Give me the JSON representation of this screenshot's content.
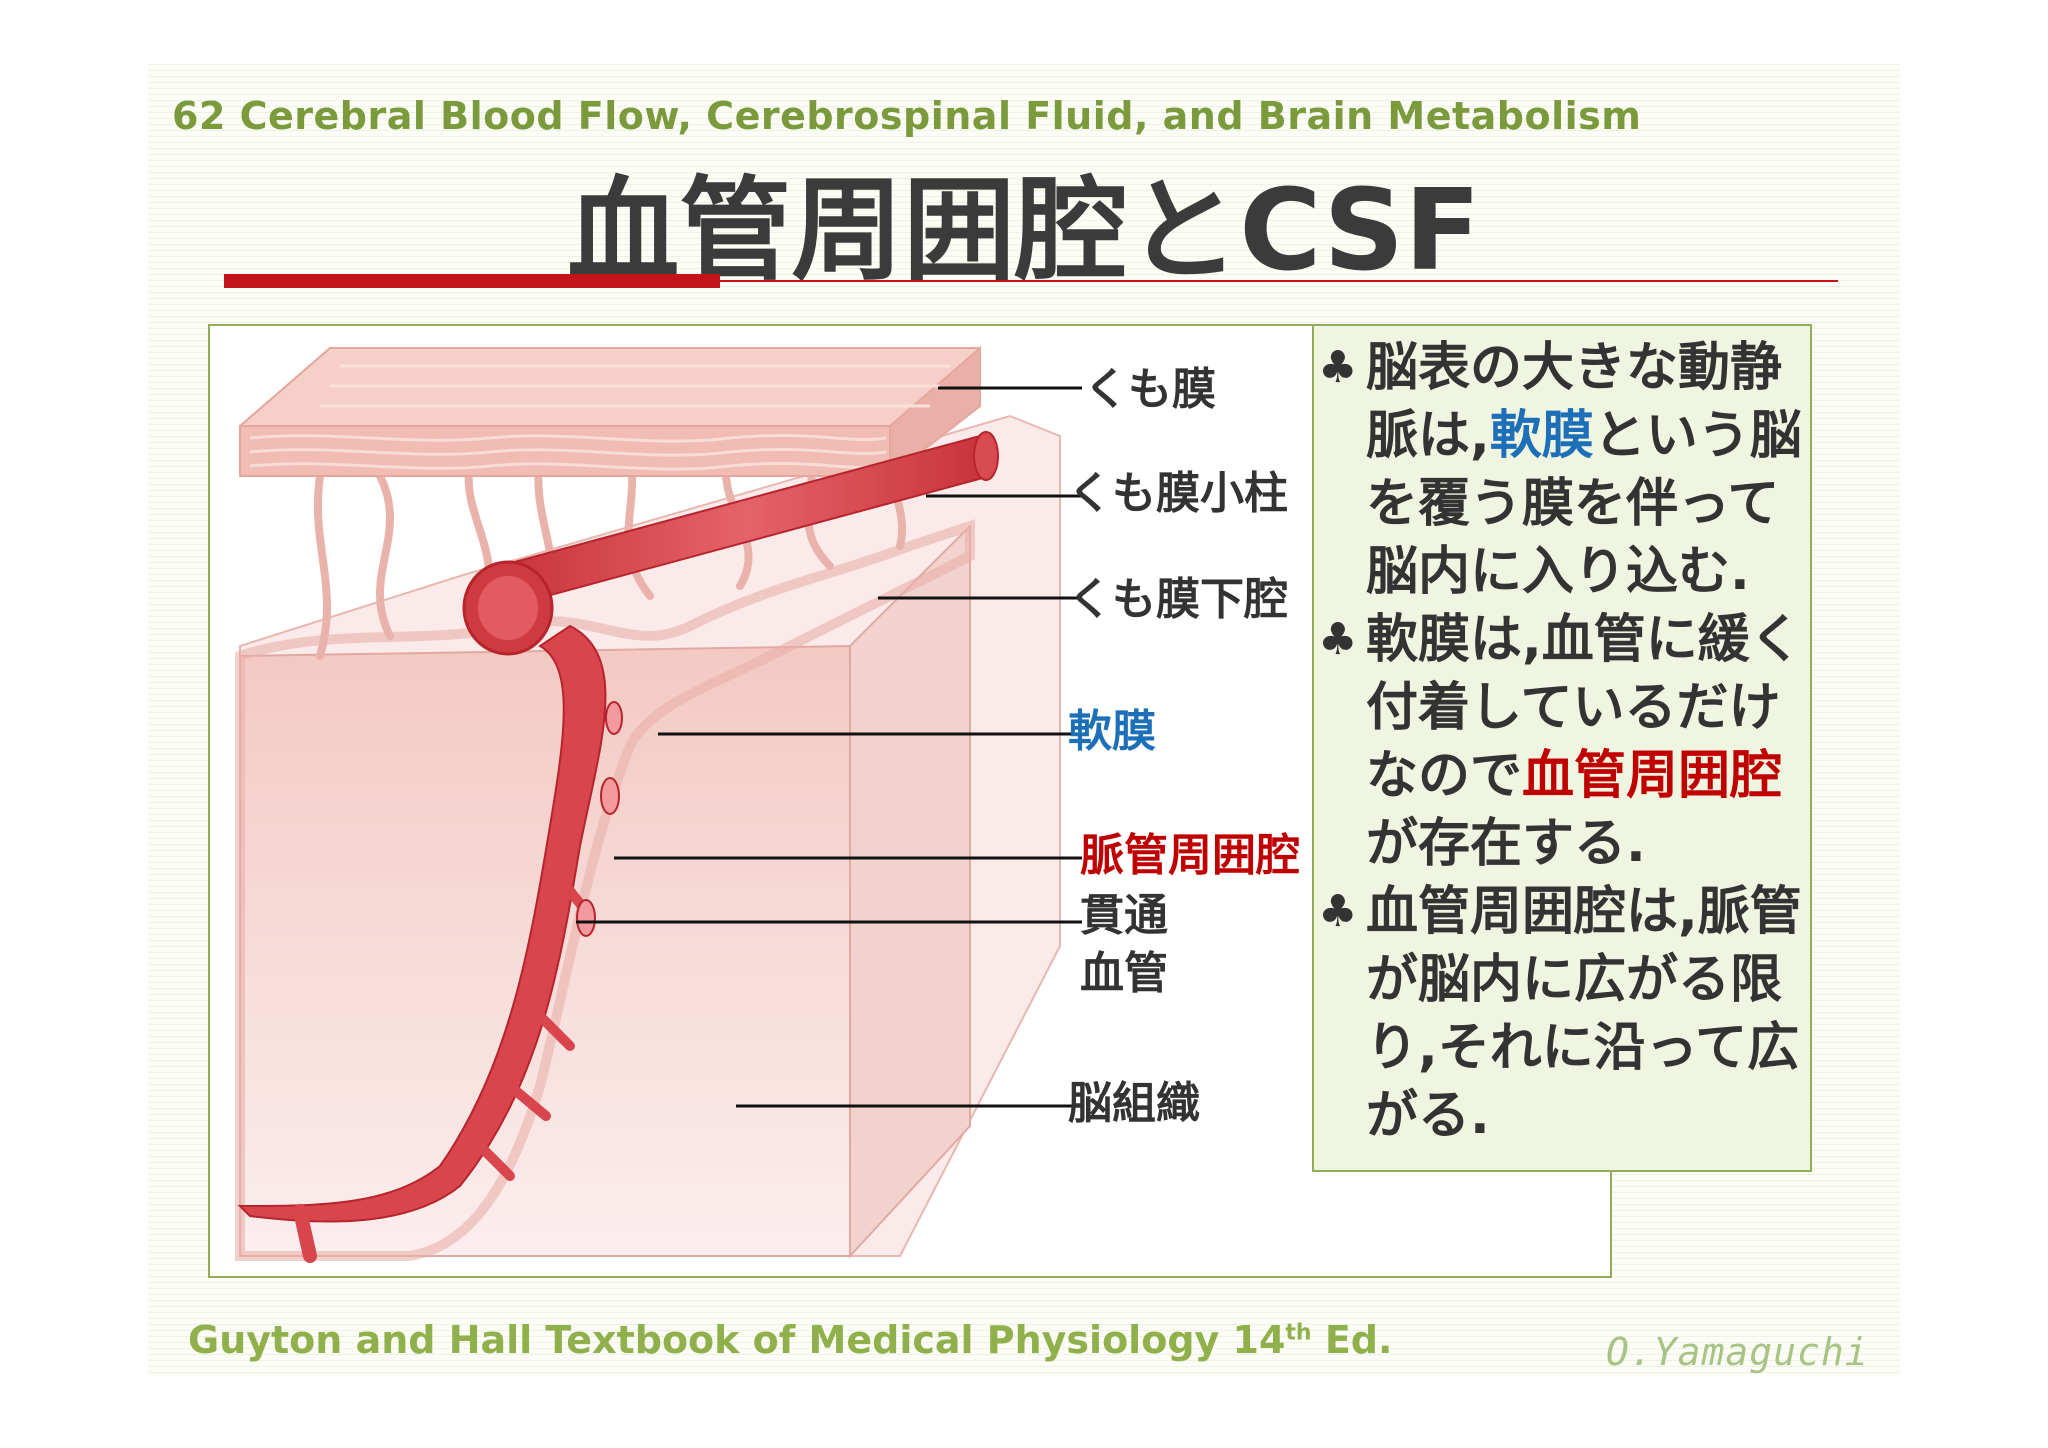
{
  "header": {
    "subtitle": "62 Cerebral Blood Flow, Cerebrospinal Fluid, and Brain Metabolism",
    "title": "血管周囲腔とCSF"
  },
  "diagram": {
    "labels": {
      "arachnoid": "くも膜",
      "trabeculae": "くも膜小柱",
      "subarachnoid_space": "くも膜下腔",
      "pia_mater": "軟膜",
      "perivascular_space": "脈管周囲腔",
      "penetrating_vessel_line1": "貫通",
      "penetrating_vessel_line2": "血管",
      "brain_tissue": "脳組織"
    }
  },
  "notes": {
    "bullet": "♣",
    "item1": {
      "part1": "脳表の大きな動静脈は,",
      "highlight": "軟膜",
      "part2": "という脳を覆う膜を伴って脳内に入り込む."
    },
    "item2": {
      "part1": "軟膜は,血管に緩く付着しているだけなので",
      "highlight": "血管周囲腔",
      "part2": "が存在する."
    },
    "item3": {
      "text": "血管周囲腔は,脈管が脳内に広がる限り,それに沿って広がる."
    }
  },
  "footer": {
    "reference": "Guyton and Hall Textbook of Medical Physiology 14",
    "reference_sup": "th",
    "reference_end": " Ed.",
    "author": "O.Yamaguchi"
  },
  "colors": {
    "accent_red": "#c3141a",
    "green": "#7a9a3c",
    "highlight_blue": "#1d6fb8",
    "highlight_red": "#c00000"
  }
}
